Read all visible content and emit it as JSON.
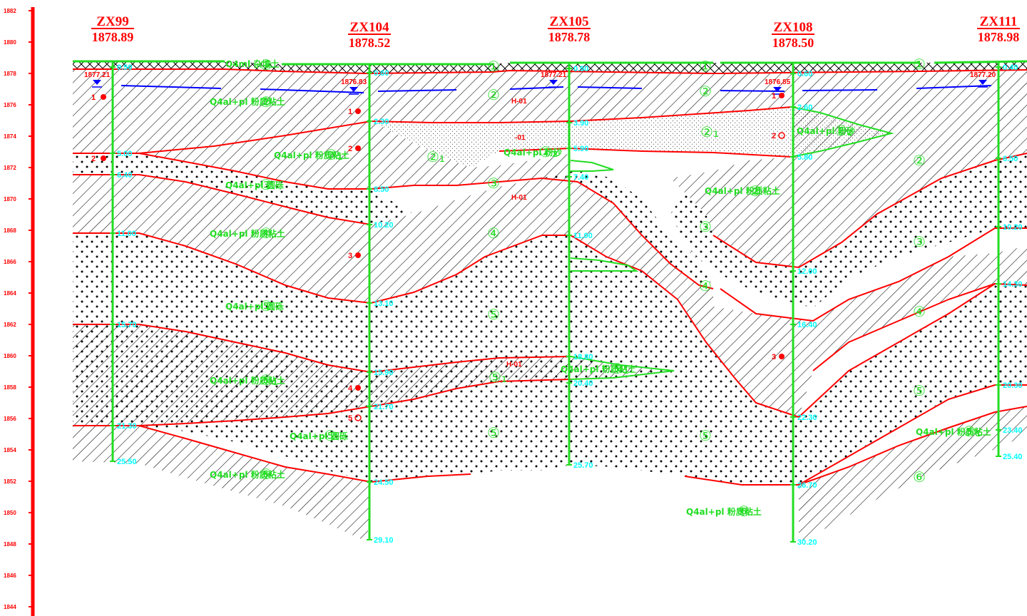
{
  "scale": {
    "ticks": [
      "1882",
      "1880",
      "1878",
      "1876",
      "1874",
      "1872",
      "1870",
      "1868",
      "1866",
      "1864",
      "1862",
      "1860",
      "1858",
      "1856",
      "1854",
      "1852",
      "1850",
      "1848",
      "1846",
      "1844"
    ]
  },
  "boreholes": [
    {
      "id": "zx99",
      "name": "ZX99",
      "elev": "1878.89",
      "depths": [
        "0.50",
        "5.00",
        "6.40",
        "11.00",
        "15.70",
        "21.30",
        "25.50"
      ],
      "water": "1877.21"
    },
    {
      "id": "zx104",
      "name": "ZX104",
      "elev": "1878.52",
      "depths": [
        "0.60",
        "2.30",
        "8.50",
        "10.20",
        "13.10",
        "15.90",
        "21.70",
        "24.50",
        "29.10"
      ],
      "water": "1876.83"
    },
    {
      "id": "zx105",
      "name": "ZX105",
      "elev": "1878.78",
      "depths": [
        "0.50",
        "3.90",
        "5.90",
        "7.40",
        "11.00",
        "18.80",
        "20.40",
        "25.70"
      ],
      "water": "1877.21"
    },
    {
      "id": "zx108",
      "name": "ZX108",
      "elev": "1878.50",
      "depths": [
        "0.60",
        "2.60",
        "5.80",
        "12.00",
        "16.40",
        "22.30",
        "26.70",
        "30.20"
      ],
      "water": "1876.85"
    },
    {
      "id": "zx111",
      "name": "ZX111",
      "elev": "1878.98",
      "depths": [
        "0.40",
        "6.50",
        "10.20",
        "14.30",
        "20.30",
        "23.40",
        "25.40"
      ],
      "water": "1877.20"
    }
  ],
  "layers": {
    "l1": {
      "label": "Q4ml 杂填土",
      "num": "①"
    },
    "l2": {
      "label": "Q4al+pl 粉质粘土",
      "num": "②"
    },
    "l21": {
      "label": "Q4al+pl 粉质粘土",
      "num": "②₁"
    },
    "l22": {
      "label": "Q4al+pl 粉砂",
      "num": "②₂"
    },
    "l3": {
      "label": "Q4al+pl 圆砾",
      "num": "③"
    },
    "l4": {
      "label": "Q4al+pl 粉质粘土",
      "num": "④"
    },
    "l5": {
      "label": "Q4al+pl 圆砾",
      "num": "⑤"
    },
    "l51": {
      "label": "Q4al+pl 粉质粘土",
      "num": "⑤₁"
    },
    "l6": {
      "label": "Q4al+pl 粉质粘土",
      "num": "⑥"
    }
  },
  "samples": {
    "s1": "1",
    "s2": "2",
    "s3": "3",
    "s4": "4",
    "s5": "5"
  },
  "tags": {
    "t1": "H-01",
    "t2": "-01",
    "t3": "H-01",
    "t4": "H-01"
  },
  "colors": {
    "scale": "#ff0000",
    "borehole": "#22dd22",
    "boundary": "#ff0000",
    "depth": "#00ffff",
    "water": "#0000ff",
    "hatch": "#000000"
  }
}
